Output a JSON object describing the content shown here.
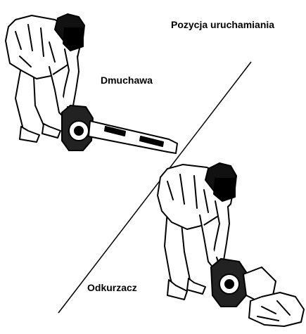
{
  "labels": {
    "title": "Pozycja uruchamiania",
    "blower": "Dmuchawa",
    "vacuum": "Odkurzacz"
  },
  "colors": {
    "ink": "#000000",
    "paper": "#ffffff"
  },
  "illustrations": {
    "upper": "worker-with-blower",
    "lower": "worker-with-vacuum"
  }
}
